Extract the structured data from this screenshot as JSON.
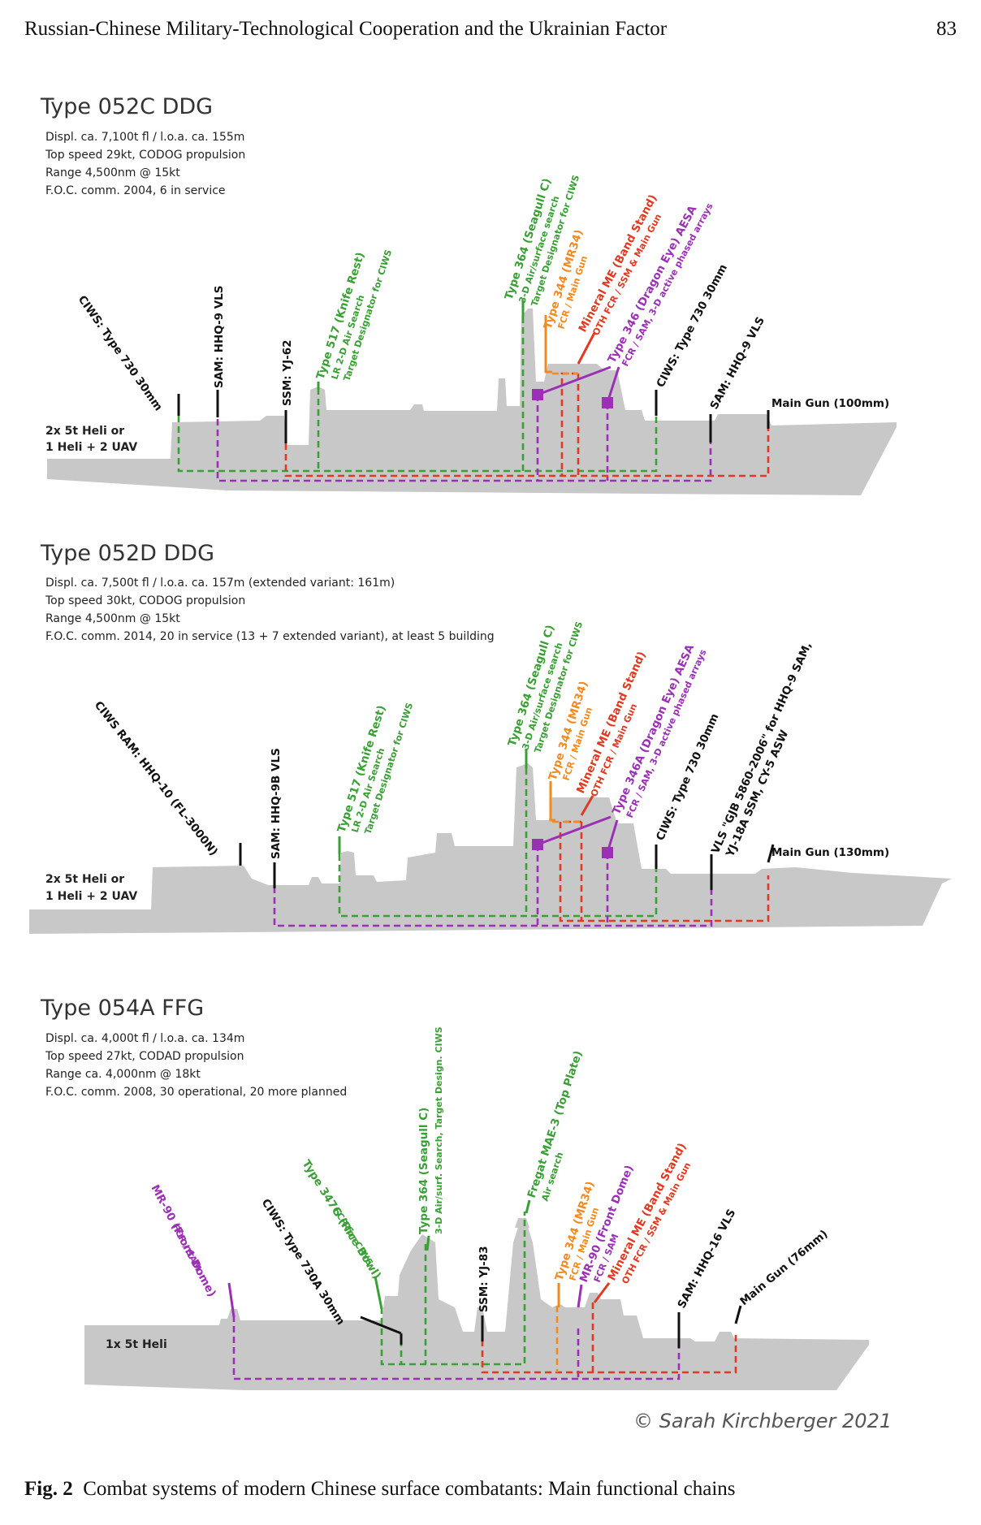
{
  "header": {
    "running_title": "Russian-Chinese Military-Technological Cooperation and the Ukrainian Factor",
    "page_number": "83"
  },
  "colors": {
    "ship": "#c8c8c8",
    "green": "#3aa035",
    "purple": "#9b2fb5",
    "orange": "#f28a22",
    "red": "#e03a22",
    "black": "#111111"
  },
  "ship1": {
    "title": "Type 052C DDG",
    "specs": [
      "Displ. ca. 7,100t fl / l.o.a. ca. 155m",
      "Top speed 29kt, CODOG propulsion",
      "Range 4,500nm @ 15kt",
      "F.O.C. comm. 2004, 6 in service"
    ],
    "heli": [
      "2x 5t Heli or",
      "1 Heli + 2 UAV"
    ],
    "labels": {
      "ciws_aft": "CIWS: Type 730 30mm",
      "sam_aft": "SAM: HHQ-9 VLS",
      "ssm": "SSM: YJ-62",
      "t517": "Type 517 (Knife Rest)",
      "t517_s1": "LR 2-D Air Search",
      "t517_s2": "Target Designator for CIWS",
      "t364": "Type 364 (Seagull C)",
      "t364_s1": "3-D Air/surface search",
      "t364_s2": "Target Designator for CIWS",
      "t344": "Type 344 (MR34)",
      "t344_s1": "FCR / Main Gun",
      "mineral": "Mineral ME (Band Stand)",
      "mineral_s1": "OTH FCR / SSM & Main Gun",
      "t346": "Type 346 (Dragon Eye) AESA",
      "t346_s1": "FCR / SAM, 3-D active phased arrays",
      "ciws_fwd": "CIWS: Type 730 30mm",
      "sam_fwd": "SAM: HHQ-9 VLS",
      "main_gun": "Main Gun (100mm)"
    }
  },
  "ship2": {
    "title": "Type 052D DDG",
    "specs": [
      "Displ. ca. 7,500t fl / l.o.a. ca. 157m (extended variant: 161m)",
      "Top speed 30kt, CODOG propulsion",
      "Range 4,500nm @ 15kt",
      "F.O.C. comm. 2014, 20 in service (13 + 7 extended variant), at least 5 building"
    ],
    "heli": [
      "2x 5t Heli or",
      "1 Heli + 2 UAV"
    ],
    "labels": {
      "ciws_ram": "CIWS RAM: HHQ-10 (FL-3000N)",
      "sam_aft": "SAM: HHQ-9B VLS",
      "t517": "Type 517 (Knife Rest)",
      "t517_s1": "LR 2-D Air Search",
      "t517_s2": "Target Designator for CIWS",
      "t364": "Type 364 (Seagull C)",
      "t364_s1": "3-D Air/surface search",
      "t364_s2": "Target Designator for CIWS",
      "t344": "Type 344 (MR34)",
      "t344_s1": "FCR / Main Gun",
      "mineral": "Mineral ME (Band Stand)",
      "mineral_s1": "OTH FCR / Main Gun",
      "t346a": "Type 346A (Dragon Eye) AESA",
      "t346a_s1": "FCR / SAM, 3-D active phased arrays",
      "ciws_fwd": "CIWS: Type 730 30mm",
      "vls1": "VLS \"GJB 5860-2006\" for HHQ-9 SAM,",
      "vls2": "YJ-18A SSM, CY-5 ASW",
      "main_gun": "Main Gun (130mm)"
    }
  },
  "ship3": {
    "title": "Type 054A FFG",
    "specs": [
      "Displ. ca. 4,000t fl / l.o.a. ca. 134m",
      "Top speed 27kt, CODAD propulsion",
      "Range ca. 4,000nm @ 18kt",
      "F.O.C. comm. 2008, 30 operational, 20 more planned"
    ],
    "heli": [
      "1x 5t Heli"
    ],
    "labels": {
      "mr90_aft": "MR-90 (Front Dome)",
      "mr90_aft_s1": "FCR / SAM",
      "ciws": "CIWS: Type 730A 30mm",
      "t347g": "Type 347G (Rice Bowl)",
      "t347g_s1": "FCR for CIWS",
      "t364": "Type 364 (Seagull C)",
      "t364_s1": "3-D Air/surf. Search, Target Design. CIWS",
      "ssm": "SSM: YJ-83",
      "fregat": "Fregat MAE-3 (Top Plate)",
      "fregat_s1": "Air search",
      "t344": "Type 344 (MR34)",
      "t344_s1": "FCR / Main Gun",
      "mr90_fwd": "MR-90 (Front Dome)",
      "mr90_fwd_s1": "FCR / SAM",
      "mineral": "Mineral ME (Band Stand)",
      "mineral_s1": "OTH FCR / SSM & Main Gun",
      "sam": "SAM: HHQ-16 VLS",
      "main_gun": "Main Gun (76mm)"
    }
  },
  "copyright": "© Sarah Kirchberger 2021",
  "caption": {
    "label": "Fig. 2",
    "text": "Combat systems of modern Chinese surface combatants: Main functional chains"
  }
}
